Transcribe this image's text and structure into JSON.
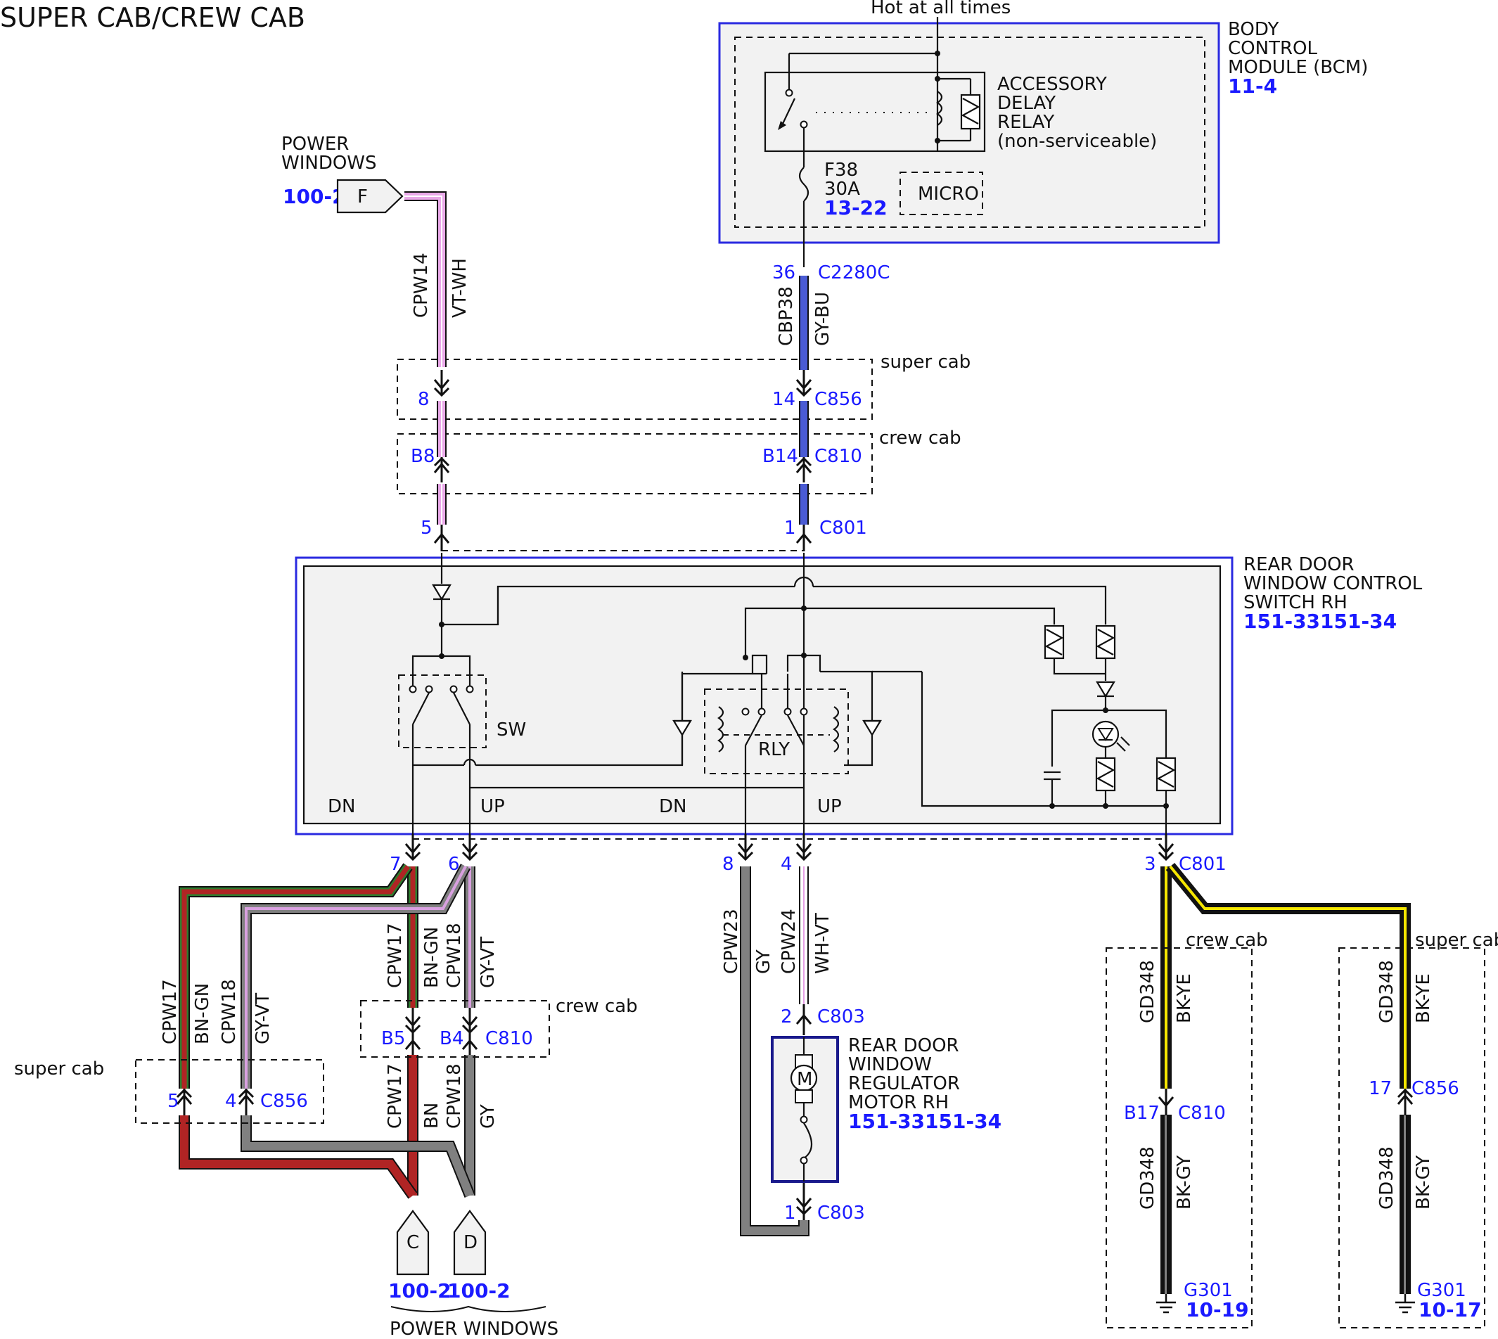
{
  "title": "SUPER CAB/CREW CAB",
  "hot_label": "Hot at all times",
  "bcm": {
    "name_lines": [
      "BODY",
      "CONTROL",
      "MODULE (BCM)"
    ],
    "ref": "11-4"
  },
  "relay": {
    "lines": [
      "ACCESSORY",
      "DELAY",
      "RELAY",
      "(non-serviceable)"
    ]
  },
  "micro": "MICRO",
  "fuse": {
    "id": "F38",
    "rating": "30A",
    "ref": "13-22"
  },
  "power_windows_top": {
    "lines": [
      "POWER",
      "WINDOWS"
    ],
    "ref": "100-2",
    "connector": "F"
  },
  "power_windows_bottom": {
    "label": "POWER WINDOWS",
    "ref_c": "100-2",
    "ref_d": "100-2",
    "conn_c": "C",
    "conn_d": "D"
  },
  "switch_module": {
    "name_lines": [
      "REAR DOOR",
      "WINDOW CONTROL",
      "SWITCH RH"
    ],
    "ref": "151-33151-34",
    "sw": "SW",
    "rly": "RLY",
    "dn1": "DN",
    "up1": "UP",
    "dn2": "DN",
    "up2": "UP"
  },
  "motor": {
    "name_lines": [
      "REAR DOOR",
      "WINDOW",
      "REGULATOR",
      "MOTOR RH"
    ],
    "ref": "151-33151-34",
    "symbol": "M"
  },
  "zones": {
    "super_cab": "super cab",
    "crew_cab": "crew cab"
  },
  "connectors": {
    "c2280c": "C2280C",
    "c856": "C856",
    "c810": "C810",
    "c801": "C801",
    "c803": "C803"
  },
  "pins": {
    "p36": "36",
    "p14": "14",
    "pb14": "B14",
    "p1": "1",
    "p8": "8",
    "pb8": "B8",
    "p5": "5",
    "p7": "7",
    "p6": "6",
    "p8b": "8",
    "p4": "4",
    "p3": "3",
    "pb5": "B5",
    "pb4": "B4",
    "p5b": "5",
    "p4b": "4",
    "p2": "2",
    "p1b": "1",
    "pb17": "B17",
    "p17": "17"
  },
  "circuits": {
    "cpw14": "CPW14",
    "vtwh": "VT-WH",
    "cbp38": "CBP38",
    "gybu": "GY-BU",
    "cpw17": "CPW17",
    "bngn": "BN-GN",
    "cpw18": "CPW18",
    "gyvt": "GY-VT",
    "bn": "BN",
    "gy": "GY",
    "cpw23": "CPW23",
    "cpw24": "CPW24",
    "whvt": "WH-VT",
    "gd348": "GD348",
    "bkye": "BK-YE",
    "bkgy": "BK-GY"
  },
  "grounds": {
    "g301": "G301",
    "ref_crew": "10-19",
    "ref_super": "10-17"
  },
  "colors": {
    "vt_wh": "#e9a8e8",
    "gy_bu": "#4a5bd4",
    "bn_gn": "#2e7d2e",
    "bn": "#b02424",
    "gy": "#808080",
    "gy_vt": "#d9a0e0",
    "wh_vt": "#f2c6f2",
    "bk_ye": "#f5e600",
    "bk": "#111111",
    "module_fill": "#f2f2f2",
    "module_border": "#2a2ae0"
  }
}
